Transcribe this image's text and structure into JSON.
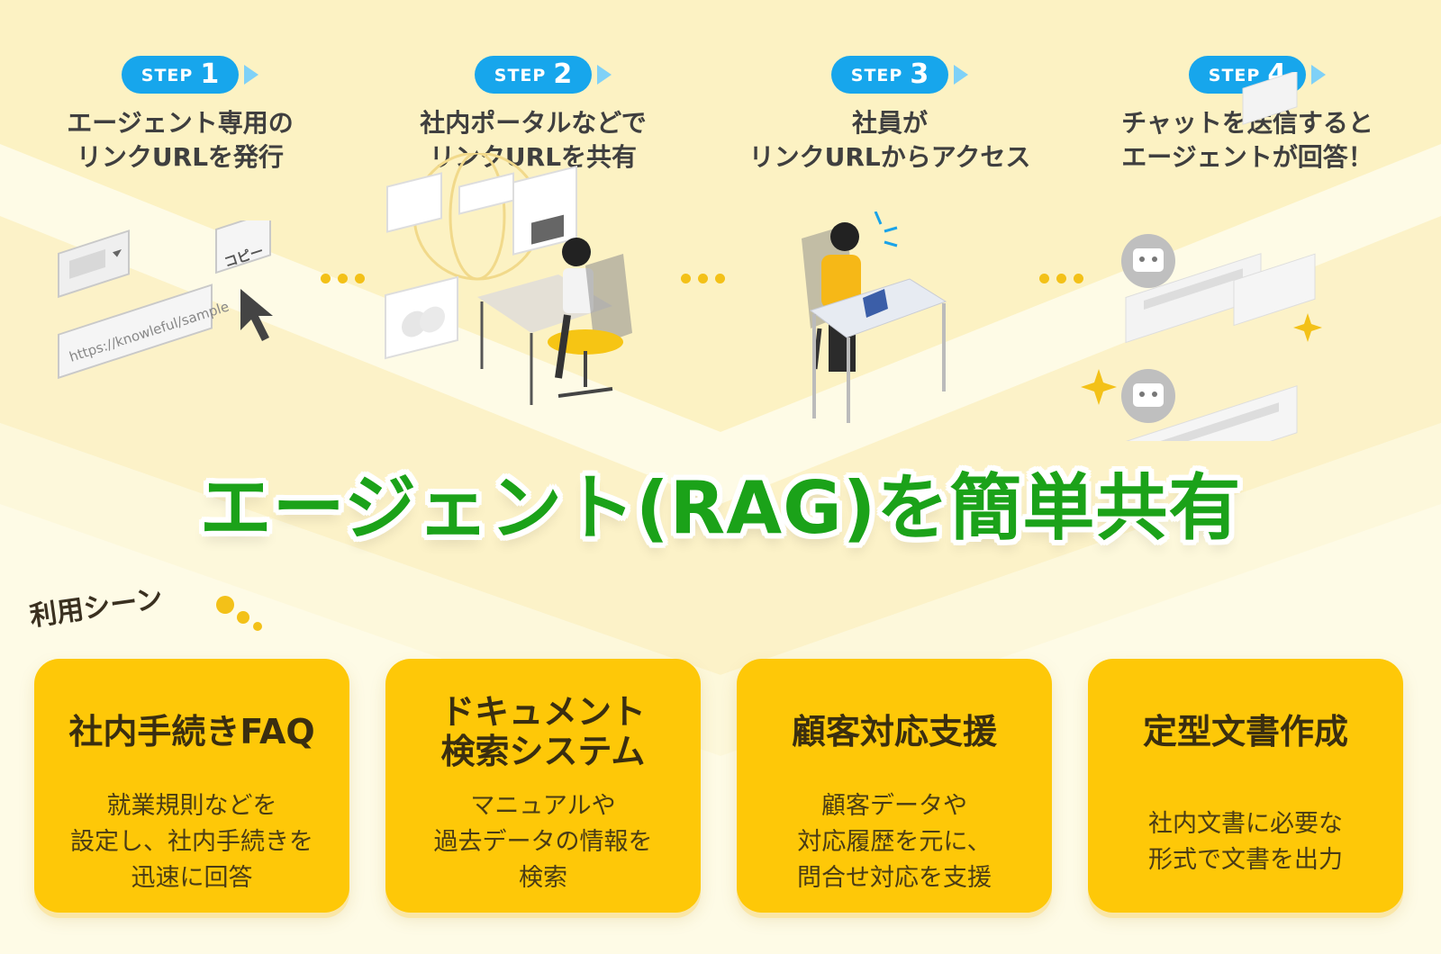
{
  "steps": [
    {
      "step_word": "STEP",
      "step_num": "1",
      "text": "エージェント専用の\nリンクURLを発行"
    },
    {
      "step_word": "STEP",
      "step_num": "2",
      "text": "社内ポータルなどで\nリンクURLを共有"
    },
    {
      "step_word": "STEP",
      "step_num": "3",
      "text": "社員が\nリンクURLからアクセス"
    },
    {
      "step_word": "STEP",
      "step_num": "4",
      "text": "チャットを送信すると\nエージェントが回答！"
    }
  ],
  "illustration": {
    "url_text": "https://knowleful/sample",
    "copy_label": "コピー"
  },
  "headline": "エージェント(RAG)を簡単共有",
  "scenes_label": "利用シーン",
  "cards": [
    {
      "title": "社内手続きFAQ",
      "desc": "就業規則などを\n設定し、社内手続きを\n迅速に回答"
    },
    {
      "title": "ドキュメント\n検索システム",
      "desc": "マニュアルや\n過去データの情報を\n検索"
    },
    {
      "title": "顧客対応支援",
      "desc": "顧客データや\n対応履歴を元に、\n問合せ対応を支援"
    },
    {
      "title": "定型文書作成",
      "desc": "社内文書に必要な\n形式で文書を出力"
    }
  ],
  "colors": {
    "accent_blue": "#17a6ec",
    "headline_green": "#1ba219",
    "card_yellow": "#fec808",
    "dot_yellow": "#f3c118"
  }
}
